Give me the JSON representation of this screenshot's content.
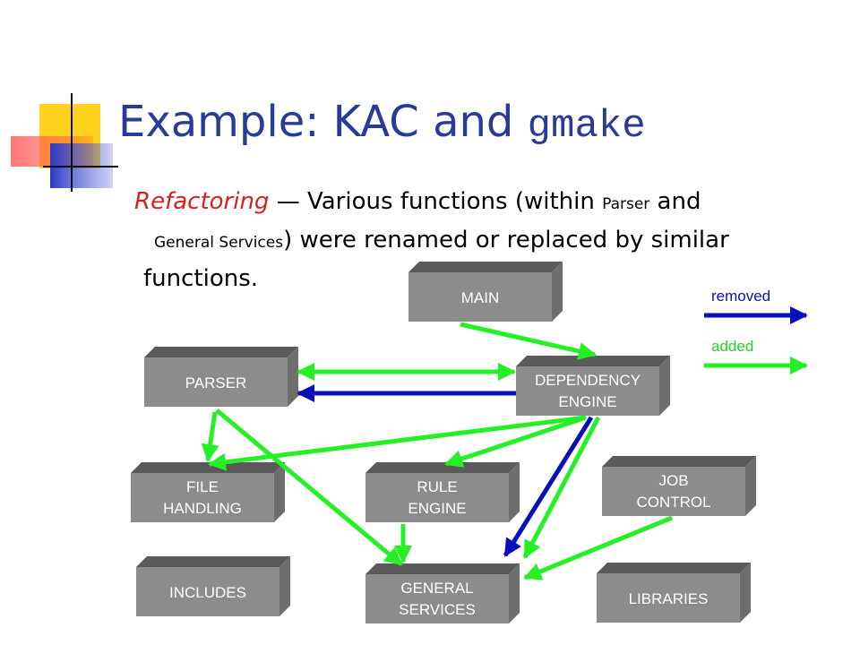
{
  "slide": {
    "title_text": "Example: KAC and ",
    "title_code": "gmake",
    "body": {
      "lead": "Refactoring",
      "dash": " — ",
      "part1": "Various functions (within ",
      "parser": "Parser",
      "part2": " and",
      "general_services": "General Services",
      "part3": ") were renamed or replaced by similar",
      "part4": "functions."
    }
  },
  "colors": {
    "title": "#2a3a9a",
    "removed": "#0a10b8",
    "added": "#25f025",
    "box_face": "#8c8c8c",
    "box_top": "#5a5a5a",
    "box_side": "#6e6e6e",
    "lead": "#d81f1f"
  },
  "legend": {
    "removed_label": "removed",
    "added_label": "added"
  },
  "components": {
    "main": [
      "MAIN"
    ],
    "parser": [
      "PARSER"
    ],
    "dependency_engine": [
      "DEPENDENCY",
      "ENGINE"
    ],
    "file_handling": [
      "FILE",
      "HANDLING"
    ],
    "rule_engine": [
      "RULE",
      "ENGINE"
    ],
    "job_control": [
      "JOB",
      "CONTROL"
    ],
    "includes": [
      "INCLUDES"
    ],
    "general_services": [
      "GENERAL",
      "SERVICES"
    ],
    "libraries": [
      "LIBRARIES"
    ]
  },
  "edges": [
    {
      "from": "main",
      "to": "dependency_engine",
      "status": "added"
    },
    {
      "from": "parser",
      "to": "dependency_engine",
      "status": "added",
      "bidirectional": true
    },
    {
      "from": "dependency_engine",
      "to": "parser",
      "status": "removed"
    },
    {
      "from": "parser",
      "to": "file_handling",
      "status": "added"
    },
    {
      "from": "parser",
      "to": "general_services",
      "status": "added"
    },
    {
      "from": "dependency_engine",
      "to": "file_handling",
      "status": "added"
    },
    {
      "from": "dependency_engine",
      "to": "rule_engine",
      "status": "added"
    },
    {
      "from": "dependency_engine",
      "to": "general_services",
      "status": "removed"
    },
    {
      "from": "dependency_engine",
      "to": "general_services",
      "status": "added"
    },
    {
      "from": "rule_engine",
      "to": "general_services",
      "status": "added"
    },
    {
      "from": "job_control",
      "to": "general_services",
      "status": "added"
    }
  ]
}
